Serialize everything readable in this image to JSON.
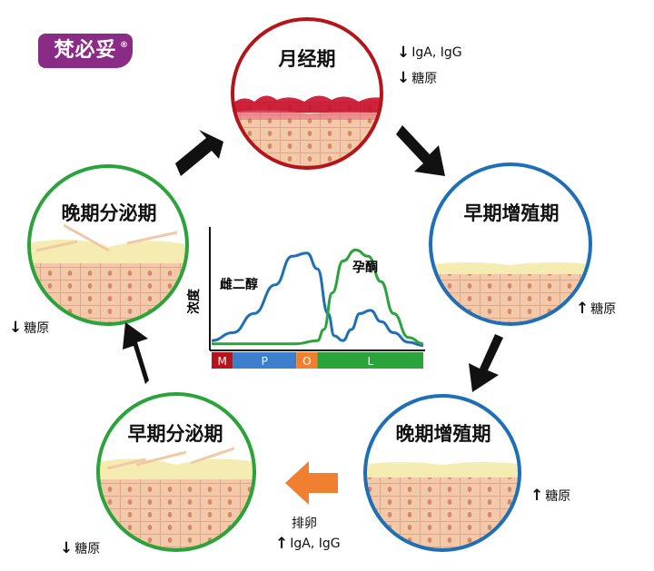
{
  "logo": {
    "text": "梵必妥",
    "mark": "®"
  },
  "phases": {
    "menstrual": {
      "title": "月经期",
      "border": "#b5141b"
    },
    "early_proliferative": {
      "title": "早期增殖期",
      "border": "#1e6fb5"
    },
    "late_proliferative": {
      "title": "晚期增殖期",
      "border": "#1e6fb5"
    },
    "early_secretory": {
      "title": "早期分泌期",
      "border": "#2aa33a"
    },
    "late_secretory": {
      "title": "晚期分泌期",
      "border": "#2aa33a"
    }
  },
  "notes": {
    "menstrual_1": {
      "arrow": "↓",
      "text": "IgA, IgG"
    },
    "menstrual_2": {
      "arrow": "↓",
      "text": "糖原"
    },
    "early_prolif": {
      "arrow": "↑",
      "text": "糖原"
    },
    "late_prolif": {
      "arrow": "↑",
      "text": "糖原"
    },
    "ovulation_title": {
      "arrow": "",
      "text": "排卵"
    },
    "ovulation": {
      "arrow": "↑",
      "text": "IgA, IgG"
    },
    "early_secr": {
      "arrow": "↓",
      "text": "糖原"
    },
    "late_secr": {
      "arrow": "↓",
      "text": "糖原"
    }
  },
  "chart_data": {
    "type": "line",
    "ylabel": "浓度",
    "series": [
      {
        "name": "雌二醇",
        "color": "#1e6fb5",
        "x": [
          0,
          0.1,
          0.2,
          0.3,
          0.38,
          0.45,
          0.5,
          0.55,
          0.58,
          0.62,
          0.66,
          0.7,
          0.75,
          0.8,
          0.86,
          0.93,
          1.0
        ],
        "y": [
          0.05,
          0.1,
          0.22,
          0.4,
          0.58,
          0.6,
          0.5,
          0.22,
          0.08,
          0.05,
          0.12,
          0.22,
          0.24,
          0.17,
          0.1,
          0.04,
          0.02
        ]
      },
      {
        "name": "孕酮",
        "color": "#2aa33a",
        "x": [
          0,
          0.2,
          0.4,
          0.5,
          0.53,
          0.57,
          0.62,
          0.68,
          0.74,
          0.8,
          0.86,
          0.93,
          1.0
        ],
        "y": [
          0.03,
          0.03,
          0.03,
          0.05,
          0.12,
          0.35,
          0.55,
          0.62,
          0.58,
          0.42,
          0.22,
          0.07,
          0.03
        ]
      }
    ],
    "phase_bar": [
      {
        "label": "M",
        "fraction": 0.1,
        "color": "#b5141b"
      },
      {
        "label": "P",
        "fraction": 0.3,
        "color": "#3b7fce"
      },
      {
        "label": "O",
        "fraction": 0.1,
        "color": "#f08030"
      },
      {
        "label": "L",
        "fraction": 0.5,
        "color": "#2aa33a"
      }
    ]
  },
  "colors": {
    "tissue": "#f3c9a9",
    "tissue_line": "#d9a78a",
    "mucus": "#f4ecb0",
    "blood": "#c8102e",
    "arrow": "#111111",
    "ovulation_arrow": "#f08030"
  }
}
